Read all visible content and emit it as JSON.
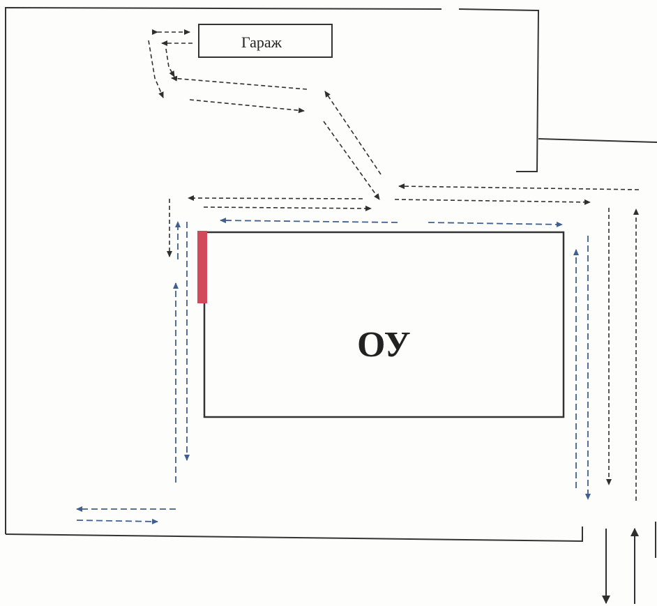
{
  "labels": {
    "garage": "Гараж",
    "school": "ОУ"
  },
  "colors": {
    "wall": "#333333",
    "vehicle_route": "#2f2f2f",
    "pedestrian_route": "#3f5f8f",
    "entrance_marker": "#d2495b"
  },
  "routes": {
    "vehicle": {
      "line": "dashed",
      "color": "vehicle_route"
    },
    "pedestrian": {
      "line": "dashed",
      "color": "pedestrian_route"
    }
  }
}
